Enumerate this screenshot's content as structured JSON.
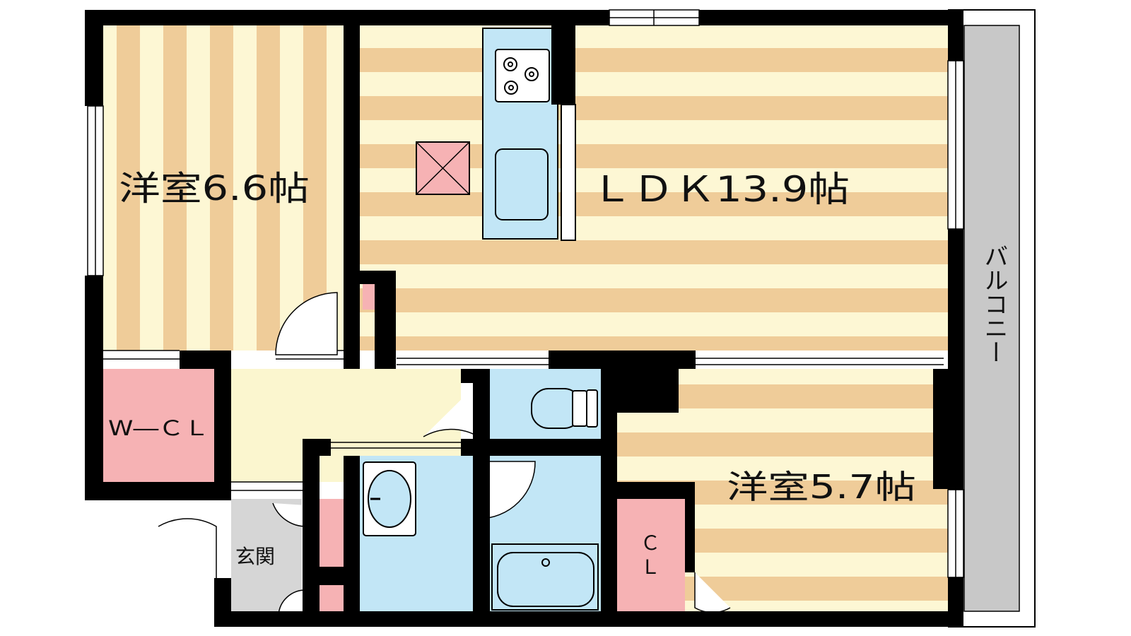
{
  "colors": {
    "wall": "#000000",
    "stripe_light": "#fdf7d4",
    "stripe_dark": "#efcc99",
    "storage_pink": "#f6b2b4",
    "wet_blue": "#c2e6f6",
    "hall_cream": "#fbf6cf",
    "entry_gray": "#d6d6d6",
    "balcony_gray": "#c8c8c8"
  },
  "rooms": {
    "western_6_6": "洋室6.6帖",
    "ldk": "ＬＤＫ13.9帖",
    "western_5_7": "洋室5.7帖",
    "walkin_closet": "W―ＣＬ",
    "closet_c": "Ｃ",
    "closet_l": "Ｌ",
    "entrance": "玄関",
    "balcony": "バルコニー"
  }
}
